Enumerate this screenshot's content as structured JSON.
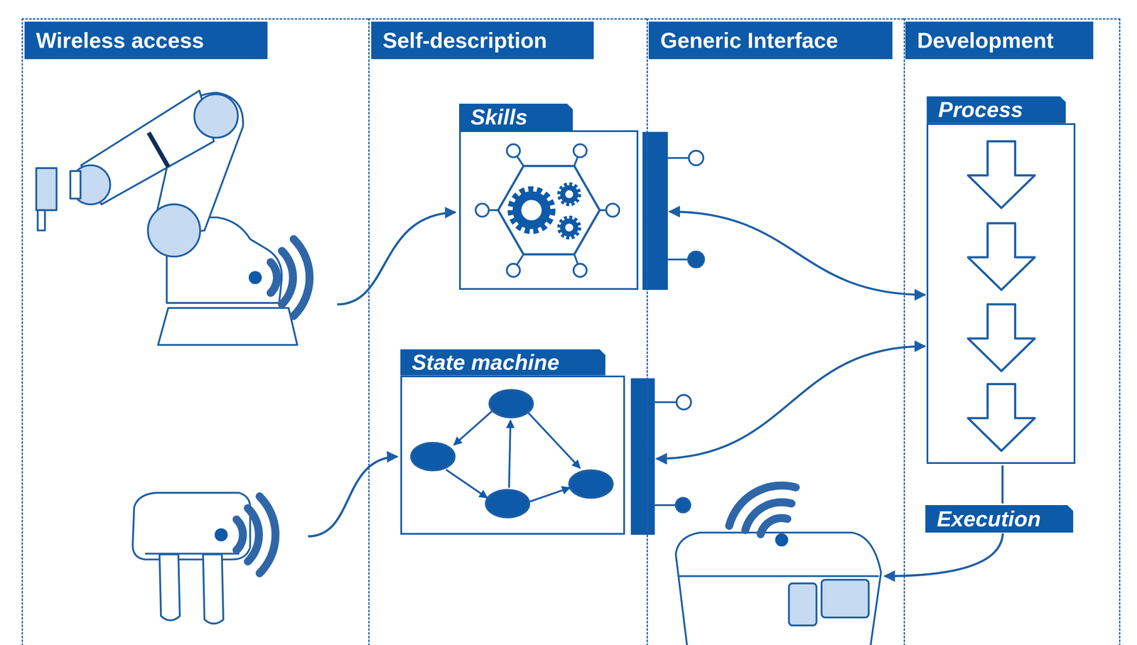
{
  "diagram": {
    "nodes": [
      {
        "text": [
          "Wireless access"
        ]
      },
      {
        "text": [
          "Self-description"
        ]
      },
      {
        "text": [
          "Generic Interface"
        ]
      },
      {
        "text": [
          "Development"
        ]
      },
      {
        "text": [
          "Skills"
        ],
        "in": 1
      },
      {
        "text": [
          "State machine"
        ],
        "in": 1
      },
      {
        "text": [
          "Process"
        ],
        "in": 3
      },
      {
        "text": [
          "Execution"
        ],
        "in": 3
      }
    ],
    "edges": [
      {
        "from": 4,
        "to": 6,
        "arrow": "both"
      },
      {
        "from": 5,
        "to": 6,
        "arrow": "both"
      },
      {
        "from": 6,
        "to": 7,
        "arrow": "none"
      }
    ]
  }
}
